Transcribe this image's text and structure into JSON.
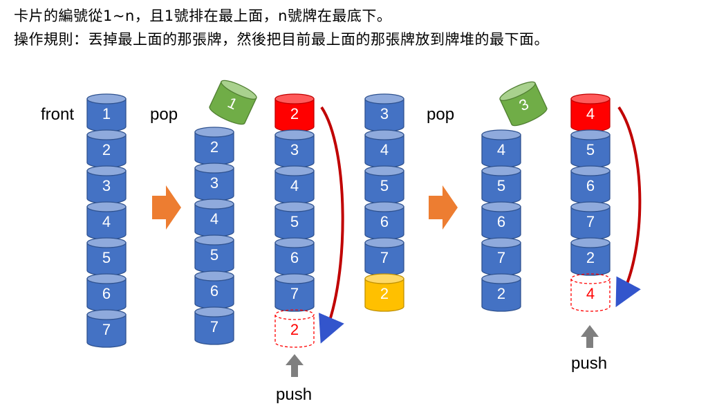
{
  "header": {
    "line1": "卡片的編號從1~n，且1號排在最上面，n號牌在最底下。",
    "line2": "操作規則：丟掉最上面的那張牌，然後把目前最上面的那張牌放到牌堆的最下面。"
  },
  "labels": {
    "front": "front",
    "pop1": "pop",
    "pop2": "pop",
    "push1": "push",
    "push2": "push"
  },
  "colors": {
    "blue": "#4472c4",
    "red": "#ff0000",
    "green": "#70ad47",
    "yellow": "#ffc000",
    "orange_arrow": "#ed7d31",
    "gray_arrow": "#808080",
    "curve_arrow": "#c00000"
  },
  "stacks": [
    {
      "name": "initial-stack",
      "cards": [
        "1",
        "2",
        "3",
        "4",
        "5",
        "6",
        "7"
      ],
      "styles": [
        "blue",
        "blue",
        "blue",
        "blue",
        "blue",
        "blue",
        "blue"
      ]
    },
    {
      "name": "after-pop1-stack",
      "cards": [
        "2",
        "3",
        "4",
        "5",
        "6",
        "7"
      ],
      "styles": [
        "blue",
        "blue",
        "blue",
        "blue",
        "blue",
        "blue"
      ]
    },
    {
      "name": "push1-stack",
      "cards": [
        "2",
        "3",
        "4",
        "5",
        "6",
        "7",
        "2"
      ],
      "styles": [
        "red",
        "blue",
        "blue",
        "blue",
        "blue",
        "blue",
        "dashed"
      ]
    },
    {
      "name": "result1-stack",
      "cards": [
        "3",
        "4",
        "5",
        "6",
        "7",
        "2"
      ],
      "styles": [
        "blue",
        "blue",
        "blue",
        "blue",
        "blue",
        "yellow"
      ]
    },
    {
      "name": "after-pop2-stack",
      "cards": [
        "4",
        "5",
        "6",
        "7",
        "2"
      ],
      "styles": [
        "blue",
        "blue",
        "blue",
        "blue",
        "blue"
      ]
    },
    {
      "name": "push2-stack",
      "cards": [
        "4",
        "5",
        "6",
        "7",
        "2",
        "4"
      ],
      "styles": [
        "red",
        "blue",
        "blue",
        "blue",
        "blue",
        "dashed"
      ]
    }
  ],
  "discarded": [
    {
      "name": "discarded-card-1",
      "card": "1",
      "style": "green"
    },
    {
      "name": "discarded-card-2",
      "card": "3",
      "style": "green"
    }
  ]
}
